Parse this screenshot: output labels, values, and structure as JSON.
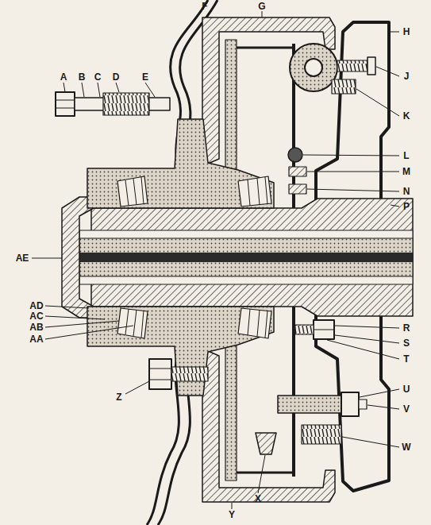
{
  "diagram": {
    "labels": [
      "A",
      "B",
      "C",
      "D",
      "E",
      "F",
      "G",
      "H",
      "J",
      "K",
      "L",
      "M",
      "N",
      "P",
      "R",
      "S",
      "T",
      "U",
      "V",
      "W",
      "X",
      "Y",
      "Z",
      "AE",
      "AD",
      "AC",
      "AB",
      "AA"
    ]
  }
}
